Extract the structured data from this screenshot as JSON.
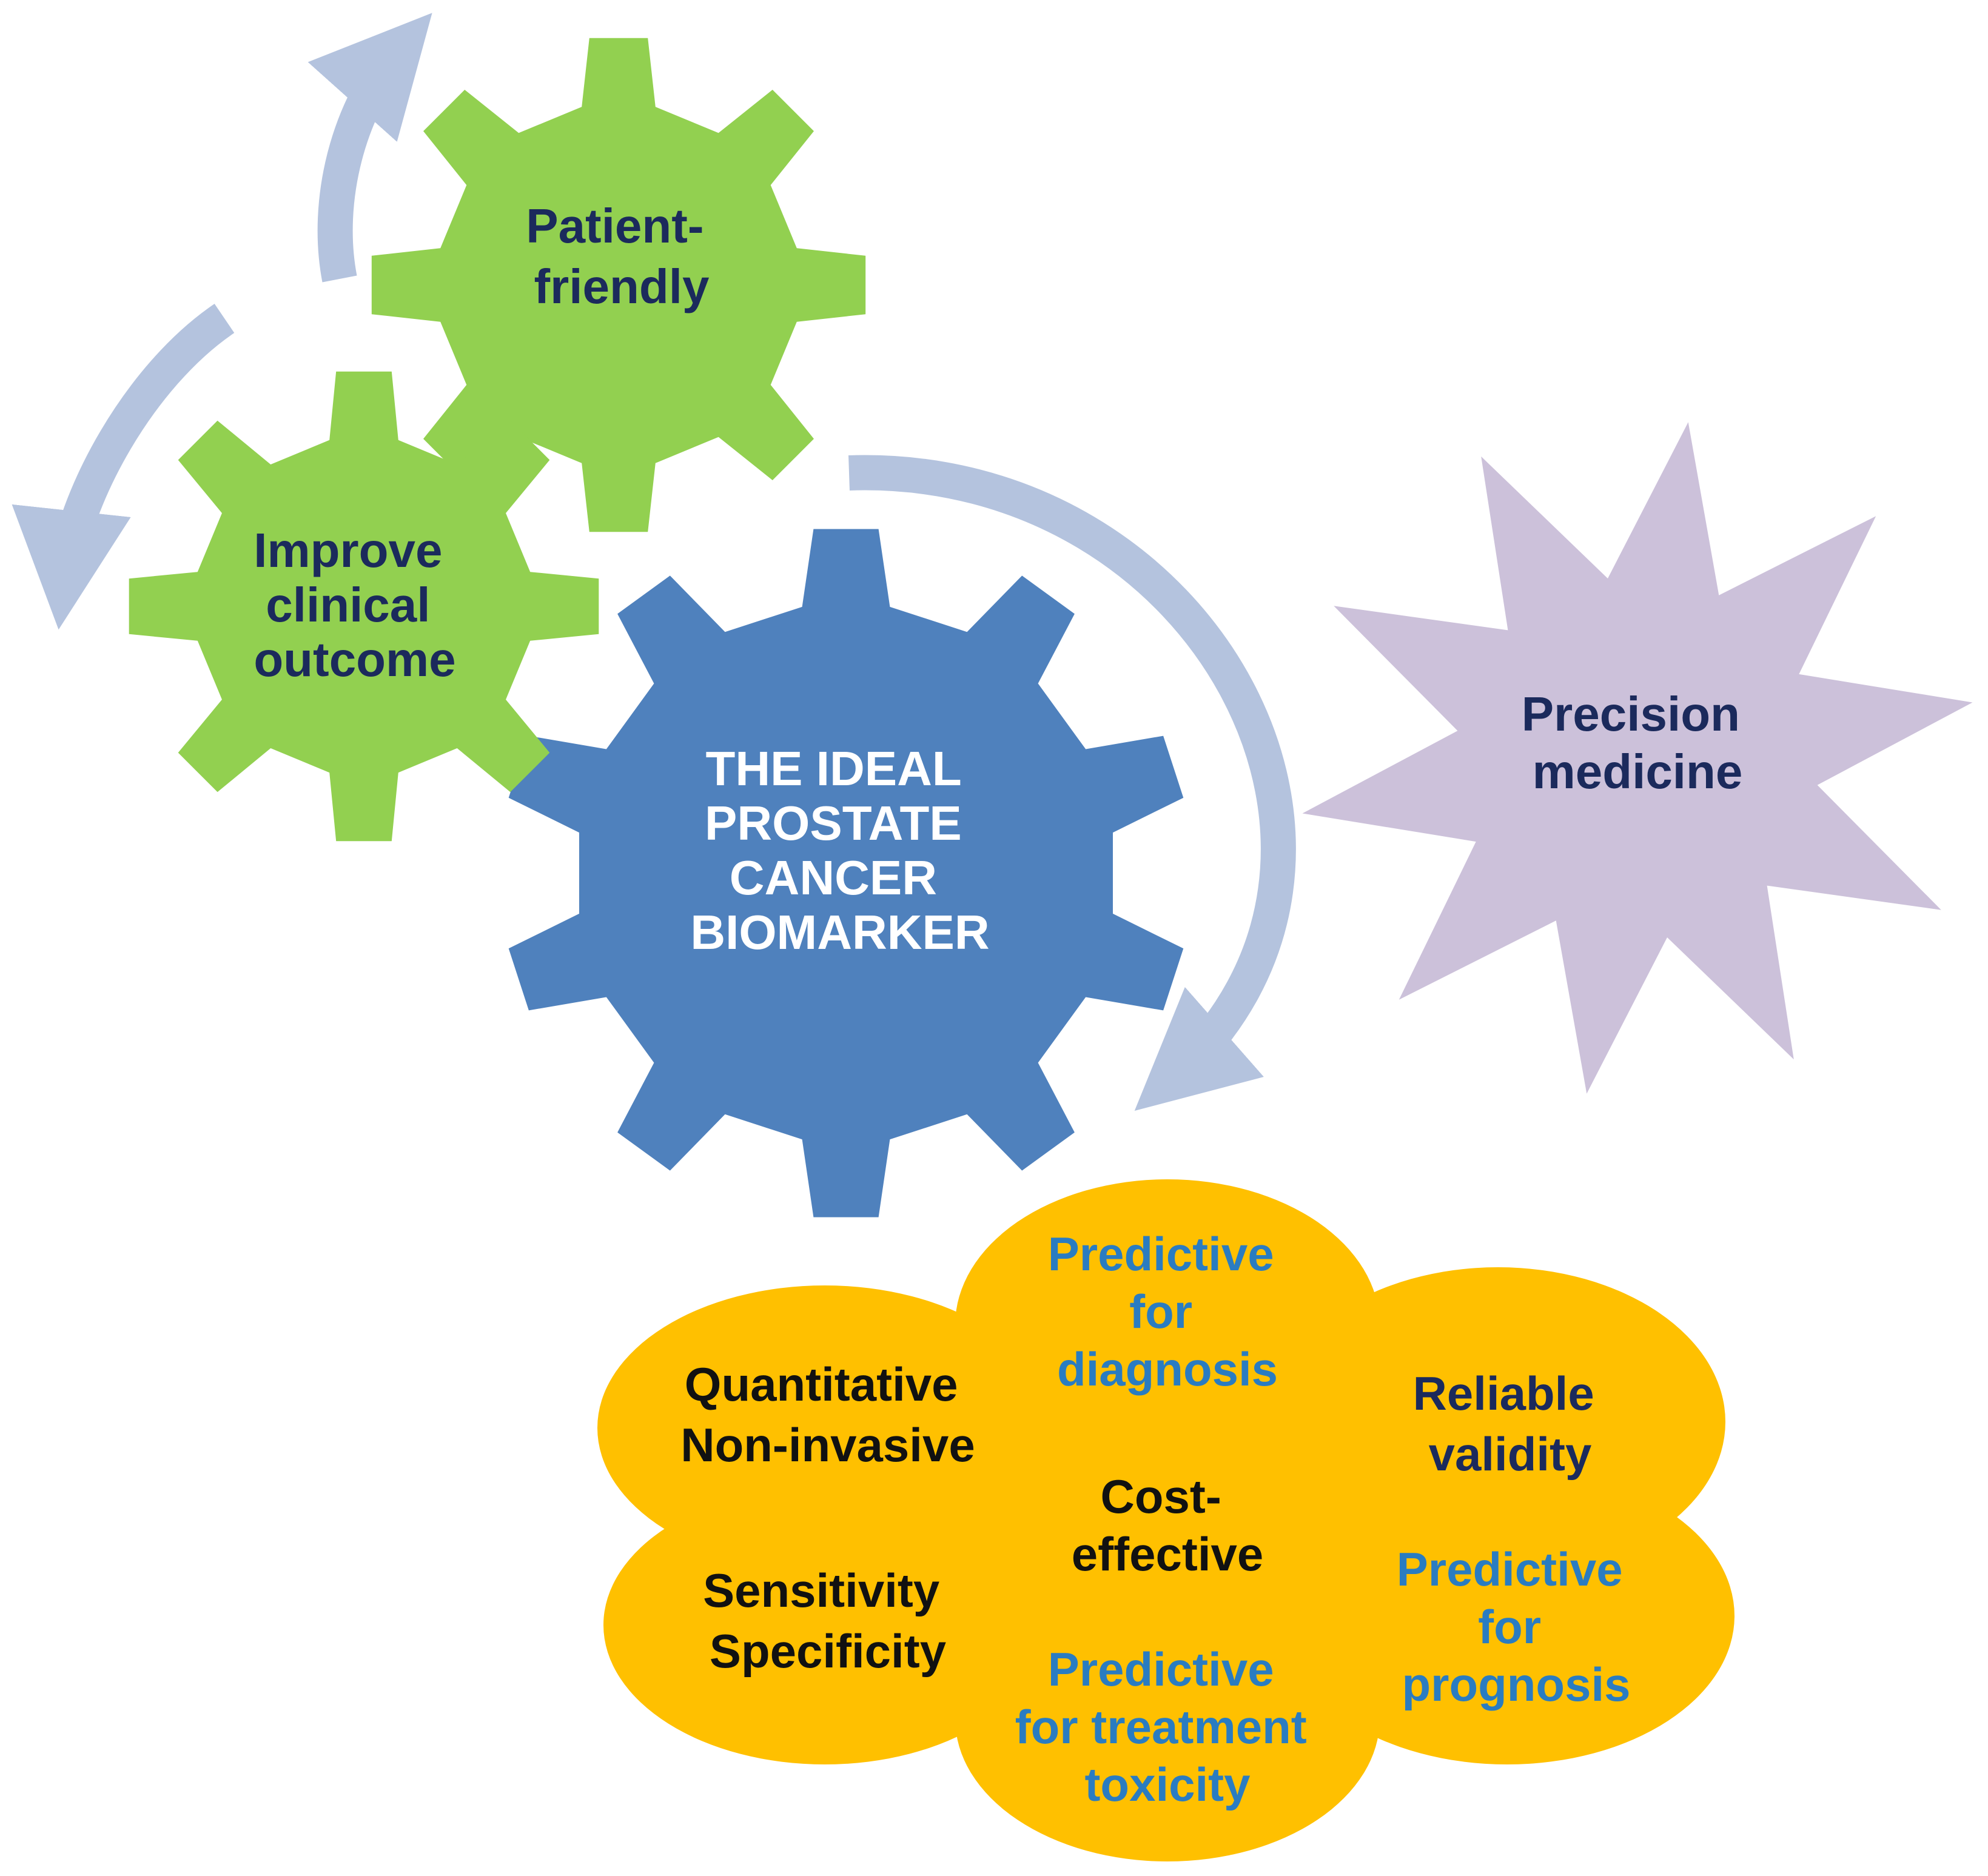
{
  "center_gear": {
    "lines": [
      "THE IDEAL",
      "PROSTATE",
      "CANCER",
      "BIOMARKER"
    ]
  },
  "gear_patient": {
    "lines": [
      "Patient-",
      "friendly"
    ]
  },
  "gear_outcome": {
    "lines": [
      "Improve",
      "clinical",
      "outcome"
    ]
  },
  "star": {
    "lines": [
      "Precision",
      "medicine"
    ]
  },
  "cloud": {
    "diagnosis": [
      "Predictive",
      "for",
      "diagnosis"
    ],
    "quantitative": [
      "Quantitative",
      "Non-invasive"
    ],
    "reliable": [
      "Reliable",
      "validity"
    ],
    "cost": [
      "Cost-",
      "effective"
    ],
    "sensitivity": [
      "Sensitivity",
      "Specificity"
    ],
    "prognosis": [
      "Predictive",
      "for",
      "prognosis"
    ],
    "toxicity": [
      "Predictive",
      "for treatment",
      "toxicity"
    ]
  },
  "colors": {
    "gear_blue": "#4f81bd",
    "gear_green": "#92d050",
    "star_lilac": "#ccc1da",
    "cloud_gold": "#ffc000",
    "arrow": "#b4c3de",
    "text_navy": "#1b2a5c",
    "text_blue": "#2a7cc1"
  }
}
